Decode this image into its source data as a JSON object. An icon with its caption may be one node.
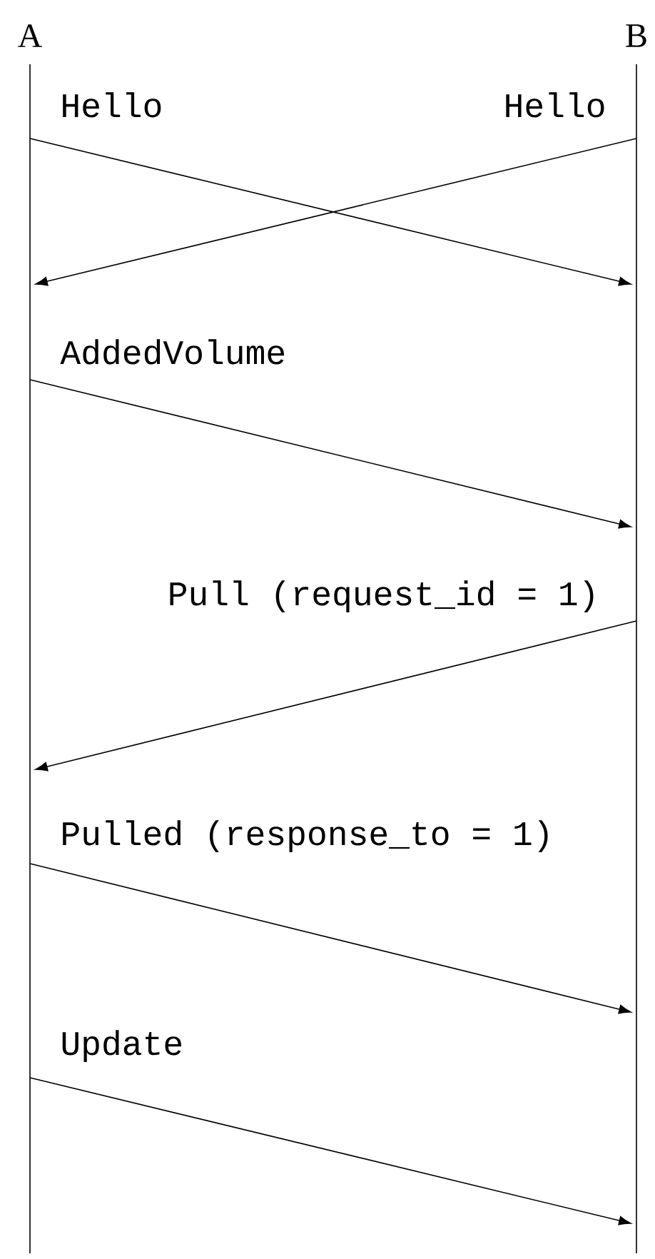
{
  "diagram": {
    "nodes": [
      {
        "text": [
          "A"
        ]
      },
      {
        "text": [
          "B"
        ]
      }
    ],
    "edges": [
      {
        "from": 0,
        "to": 1,
        "arrow": "to",
        "label": "Hello"
      },
      {
        "from": 1,
        "to": 0,
        "arrow": "to",
        "label": "Hello"
      },
      {
        "from": 0,
        "to": 1,
        "arrow": "to",
        "label": "AddedVolume"
      },
      {
        "from": 1,
        "to": 0,
        "arrow": "to",
        "label": "Pull (request_id = 1)"
      },
      {
        "from": 0,
        "to": 1,
        "arrow": "to",
        "label": "Pulled (response_to = 1)"
      },
      {
        "from": 0,
        "to": 1,
        "arrow": "to",
        "label": "Update"
      }
    ]
  }
}
